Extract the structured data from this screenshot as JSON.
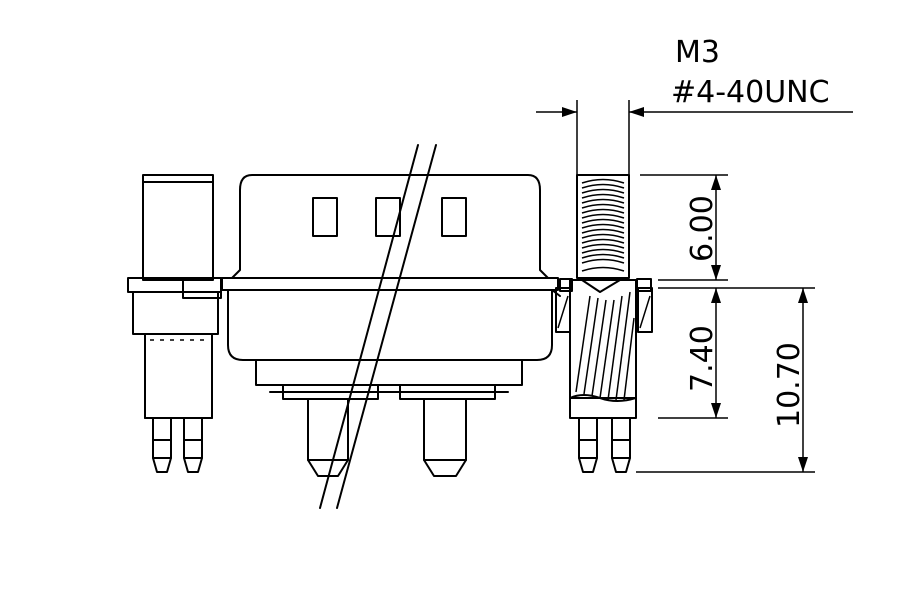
{
  "labels": {
    "thread_metric": "M3",
    "thread_unc": "#4-40UNC",
    "dim_thread_length": "6.00",
    "dim_body_height": "7.40",
    "dim_total_height": "10.70"
  }
}
